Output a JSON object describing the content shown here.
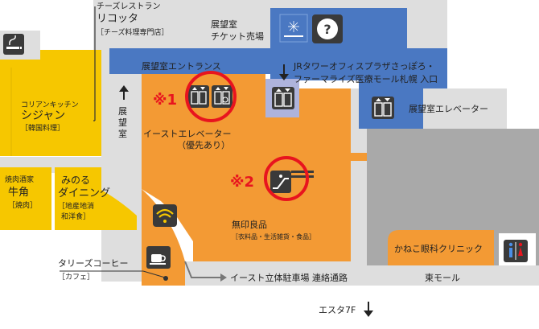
{
  "colors": {
    "yellow": "#f6c700",
    "orange": "#f39a34",
    "blue": "#4a78c2",
    "gray": "#a9a9a9",
    "light_gray": "#dedede",
    "lavender": "#aeb3dc",
    "marker_red": "#e8141e",
    "icon_dark": "#3a3a3a"
  },
  "shops": {
    "cheese": {
      "line1": "チーズレストラン",
      "line2": "リコッタ",
      "line3": "［チーズ料理専門店］"
    },
    "korean": {
      "line1": "コリアンキッチン",
      "line2": "シジャン",
      "line3": "［韓国料理］"
    },
    "yakiniku": {
      "line1": "焼肉酒家",
      "line2": "牛角",
      "line3": "［焼肉］"
    },
    "minoru": {
      "line1": "みのる",
      "line2": "ダイニング",
      "line3": "［地産地消",
      "line4": "和洋食］"
    },
    "tullys": {
      "line1": "タリーズコーヒー",
      "line2": "［カフェ］"
    },
    "mujirushi": {
      "line1": "無印良品",
      "line2": "［衣料品・生活雑貨・食品］"
    },
    "kaneko": {
      "name": "かねこ眼科クリニック"
    }
  },
  "labels": {
    "ticket": {
      "line1": "展望室",
      "line2": "チケット売場"
    },
    "entrance": "展望室エントランス",
    "observatory_arrow": "展望室",
    "jr_entrance": {
      "line1": "JRタワーオフィスプラザさっぽろ・",
      "line2": "ファーマライズ医療モール札幌 入口"
    },
    "observatory_elevator": "展望室エレベーター",
    "east_elevator": {
      "line1": "イーストエレベーター",
      "line2": "（優先あり）"
    },
    "parking": "イースト立体駐車場 連絡通路",
    "east_mall": "東モール",
    "esta": "エスタ7F"
  },
  "markers": {
    "m1": "※1",
    "m2": "※2"
  },
  "icons": {
    "smoking": "smoking-area-icon",
    "info": "information-icon",
    "wifi": "wifi-icon",
    "cafe": "coffee-cup-icon",
    "restroom": "restroom-icon",
    "elevator": "elevator-icon",
    "accessible_elevator": "accessible-elevator-icon",
    "escalator": "escalator-icon",
    "observatory_logo": "observatory-logo-icon"
  }
}
